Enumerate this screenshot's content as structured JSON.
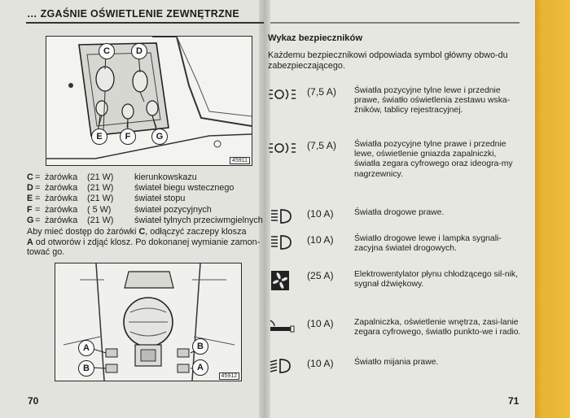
{
  "left": {
    "section_title_dots": "…",
    "section_title": "ZGAŚNIE OŚWIETLENIE ZEWNĘTRZNE",
    "figure1_code": "45911",
    "figure2_code": "45912",
    "figure1_callouts": [
      "C",
      "D",
      "E",
      "F",
      "G"
    ],
    "figure2_callouts": [
      "A",
      "B",
      "B",
      "A"
    ],
    "bulbs": [
      {
        "letter": "C",
        "eq": "=",
        "word": "żarówka",
        "watt": "(21 W)",
        "desc": "kierunkowskazu"
      },
      {
        "letter": "D",
        "eq": "=",
        "word": "żarówka",
        "watt": "(21 W)",
        "desc": "świateł biegu wstecznego"
      },
      {
        "letter": "E",
        "eq": "=",
        "word": "żarówka",
        "watt": "(21 W)",
        "desc": "świateł stopu"
      },
      {
        "letter": "F",
        "eq": "=",
        "word": "żarówka",
        "watt": "( 5 W)",
        "desc": "świateł pozycyjnych"
      },
      {
        "letter": "G",
        "eq": "=",
        "word": "żarówka",
        "watt": "(21 W)",
        "desc": "świateł tylnych przeciwmgielnych"
      }
    ],
    "para_line1_a": "Aby mieć dostęp do żarówki ",
    "para_line1_b": "C",
    "para_line1_c": ", odłączyć zaczepy klosza",
    "para_line2_a": "A",
    "para_line2_b": " od otworów i zdjąć klosz. Po dokonanej wymianie zamon-",
    "para_line3": "tować go.",
    "page_number": "70"
  },
  "right": {
    "heading": "Wykaz bezpieczników",
    "intro": "Każdemu bezpiecznikowi odpowiada symbol główny obwo-du zabezpieczającego.",
    "fuses": [
      {
        "icon": "position-lights-icon",
        "amp": "(7,5 A)",
        "desc": "Światła pozycyjne tylne lewe i przednie prawe, światło oświetlenia zestawu wska-źników, tablicy rejestracyjnej."
      },
      {
        "icon": "position-lights-icon",
        "amp": "(7,5 A)",
        "desc": "Światła pozycyjne tylne prawe i przednie lewe, oświetlenie gniazda zapalniczki, światła zegara cyfrowego oraz ideogra-my nagrzewnicy."
      },
      {
        "icon": "high-beam-icon",
        "amp": "(10 A)",
        "desc": "Światła drogowe prawe."
      },
      {
        "icon": "high-beam-icon",
        "amp": "(10 A)",
        "desc": "Światło drogowe lewe i lampka sygnali-zacyjna świateł drogowych."
      },
      {
        "icon": "cooling-fan-icon",
        "amp": "(25 A)",
        "desc": "Elektrowentylator płynu chłodzącego sil-nik, sygnał dźwiękowy."
      },
      {
        "icon": "cigarette-lighter-icon",
        "amp": "(10 A)",
        "desc": "Zapalniczka, oświetlenie wnętrza, zasi-lanie zegara cyfrowego, światło punkto-we i radio."
      },
      {
        "icon": "low-beam-icon",
        "amp": "(10 A)",
        "desc": "Światło mijania prawe."
      }
    ],
    "page_number": "71"
  }
}
